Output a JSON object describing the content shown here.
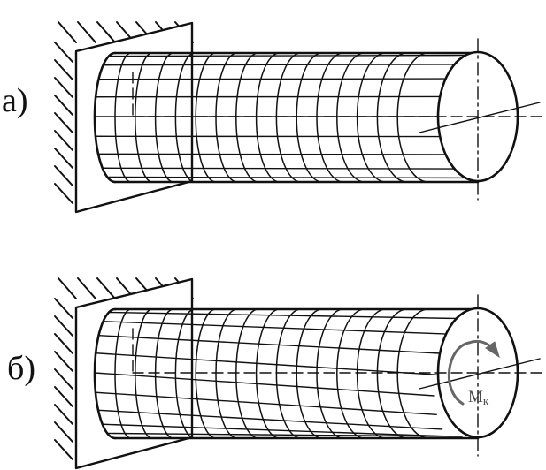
{
  "panels": [
    {
      "label": "а)",
      "twisted": false
    },
    {
      "label": "б)",
      "twisted": true
    }
  ],
  "torque": {
    "symbol": "M",
    "subscript": "к"
  },
  "colors": {
    "line": "#111111",
    "arrow": "#666666",
    "background": "#ffffff"
  }
}
